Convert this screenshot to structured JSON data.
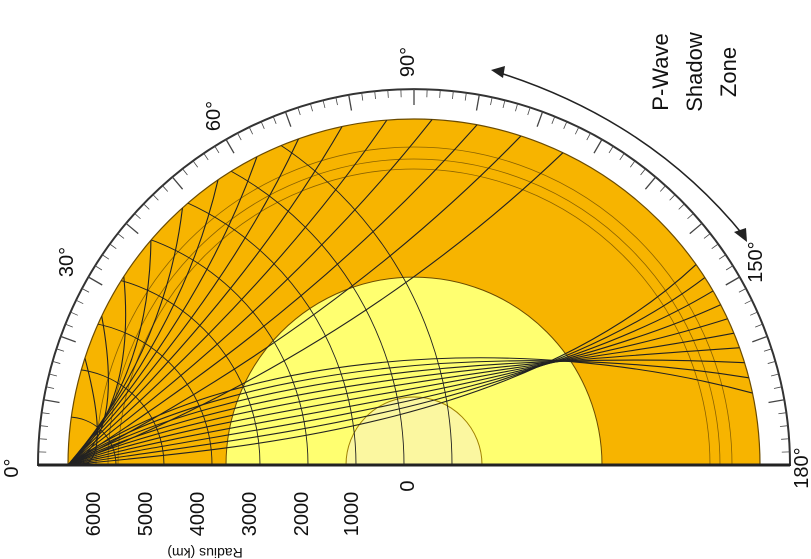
{
  "angle_labels": [
    "0°",
    "30°",
    "60°",
    "90°",
    "150°",
    "180°"
  ],
  "radius_ticks": [
    "6000",
    "5000",
    "4000",
    "3000",
    "2000",
    "1000",
    "0"
  ],
  "radius_axis_label": "Radius (km)",
  "shadow_zone_label": [
    "P-Wave",
    "Shadow",
    "Zone"
  ],
  "colors": {
    "mantle": "#f7b400",
    "outer_core": "#ffff70",
    "inner_core": "#fbf7a0",
    "scale_ring": "#ffffff",
    "ray": "#222222"
  }
}
